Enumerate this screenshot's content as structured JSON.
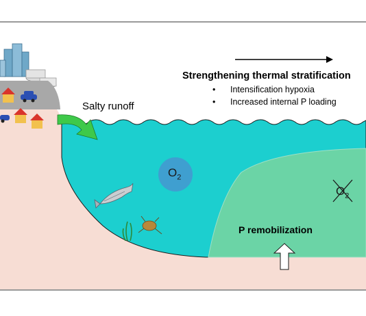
{
  "labels": {
    "heading": "Strengthening thermal stratification",
    "bullets": [
      "Intensification hypoxia",
      "Increased internal P loading"
    ],
    "runoff": "Salty runoff",
    "oxygen_base": "O",
    "oxygen_sub": "2",
    "remobilization": "P remobilization"
  },
  "colors": {
    "water": "#1ccfcf",
    "sediment": "#6bd4a6",
    "soil": "#f7ddd4",
    "oxygen_bubble": "#3f9fd0",
    "runoff_arrow": "#3ec94a",
    "frame_line": "#333333"
  },
  "icons": [
    "city-icon",
    "house-icon",
    "car-icon",
    "fish-icon",
    "crab-icon",
    "seaweed-icon",
    "up-arrow-icon",
    "right-arrow-icon",
    "runoff-arrow-icon",
    "crossed-out-icon"
  ]
}
